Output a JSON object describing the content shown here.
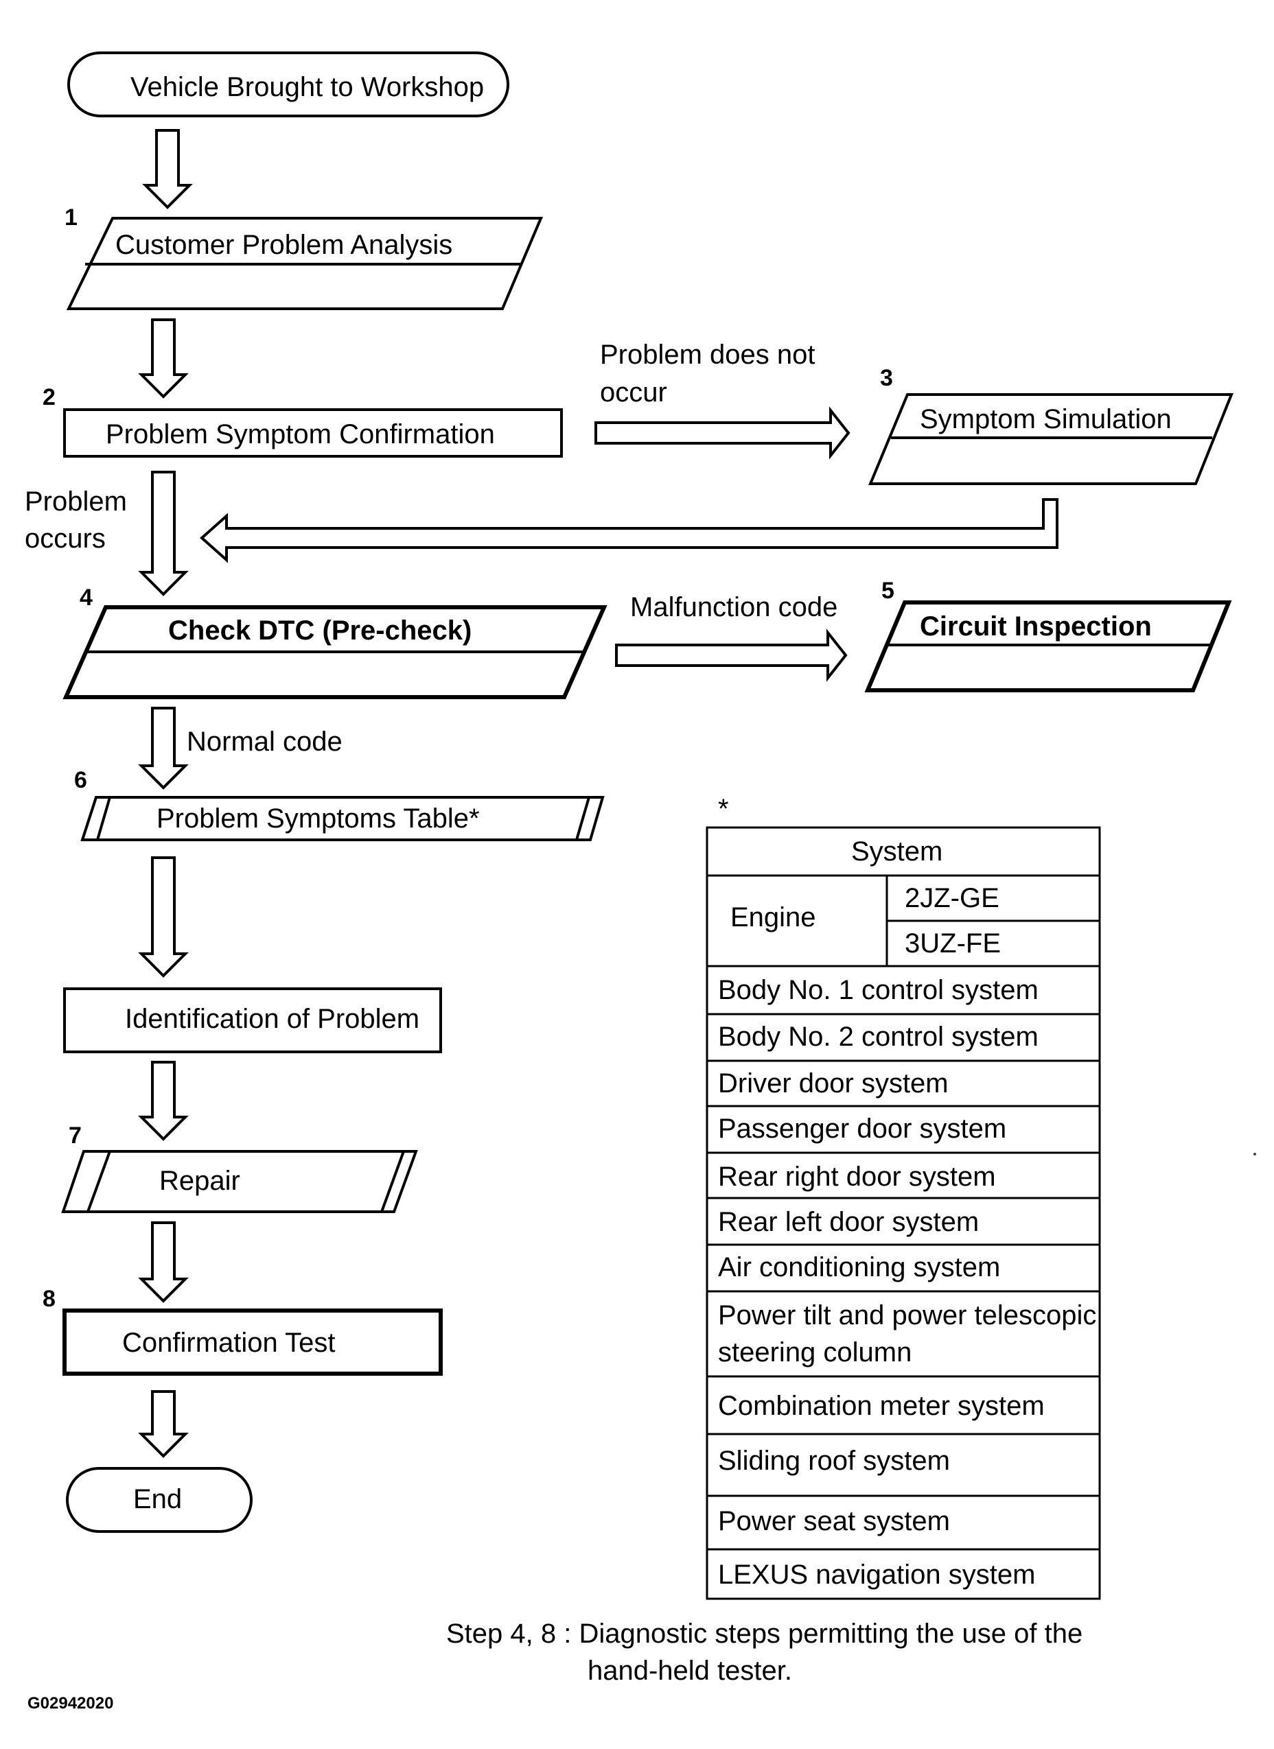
{
  "flow": {
    "start": "Vehicle Brought to Workshop",
    "steps": [
      {
        "number": "1",
        "label": "Customer Problem Analysis"
      },
      {
        "number": "2",
        "label": "Problem Symptom Confirmation"
      },
      {
        "number": "3",
        "label": "Symptom Simulation"
      },
      {
        "number": "4",
        "label": "Check DTC (Pre-check)"
      },
      {
        "number": "5",
        "label": "Circuit Inspection"
      },
      {
        "number": "6",
        "label": "Problem Symptoms Table*"
      },
      {
        "number": "",
        "label": "Identification of Problem"
      },
      {
        "number": "7",
        "label": "Repair"
      },
      {
        "number": "8",
        "label": "Confirmation Test"
      }
    ],
    "end": "End",
    "branches": {
      "not_occur_line1": "Problem  does  not",
      "not_occur_line2": "occur",
      "occurs_line1": "Problem",
      "occurs_line2": "occurs",
      "malfunction": "Malfunction code",
      "normal": "Normal code"
    }
  },
  "table": {
    "asterisk": "*",
    "header": "System",
    "engine_label": "Engine",
    "engine_variants": [
      "2JZ-GE",
      "3UZ-FE"
    ],
    "systems": [
      "Body No. 1 control system",
      "Body No. 2 control system",
      "Driver door system",
      "Passenger door system",
      "Rear right door system",
      "Rear left door system",
      "Air conditioning system",
      "Power tilt and power telescopic",
      "steering column",
      "Combination meter system",
      "Sliding roof system",
      "Power seat system",
      "LEXUS navigation system"
    ]
  },
  "footnote": {
    "line1": "Step 4, 8 : Diagnostic steps permitting the use of the",
    "line2": "hand-held tester."
  },
  "figure_id": "G02942020"
}
